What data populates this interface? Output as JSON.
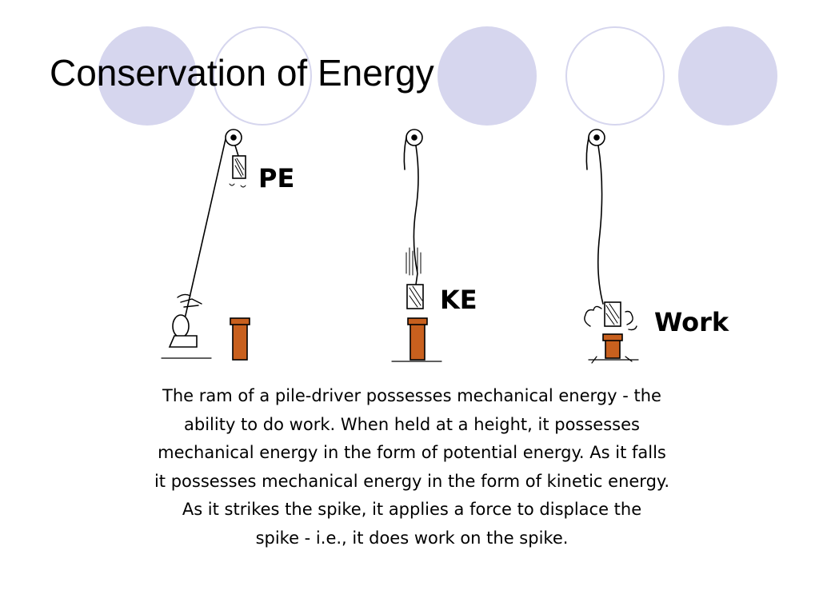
{
  "slide": {
    "title": "Conservation of Energy"
  },
  "figure": {
    "stages": [
      {
        "label": "PE"
      },
      {
        "label": "KE"
      },
      {
        "label": "Work"
      }
    ]
  },
  "caption": {
    "lines": [
      "The ram of a pile-driver possesses mechanical energy - the",
      "ability to do work.  When held at a height, it possesses",
      "mechanical energy in the form of potential energy.  As it falls",
      "it possesses mechanical energy in the form of kinetic energy.",
      "As it strikes the spike, it applies a force to displace the",
      "spike - i.e., it does work on the spike."
    ]
  },
  "colors": {
    "circle_fill": "#d6d6ee",
    "spike": "#c8601e"
  }
}
